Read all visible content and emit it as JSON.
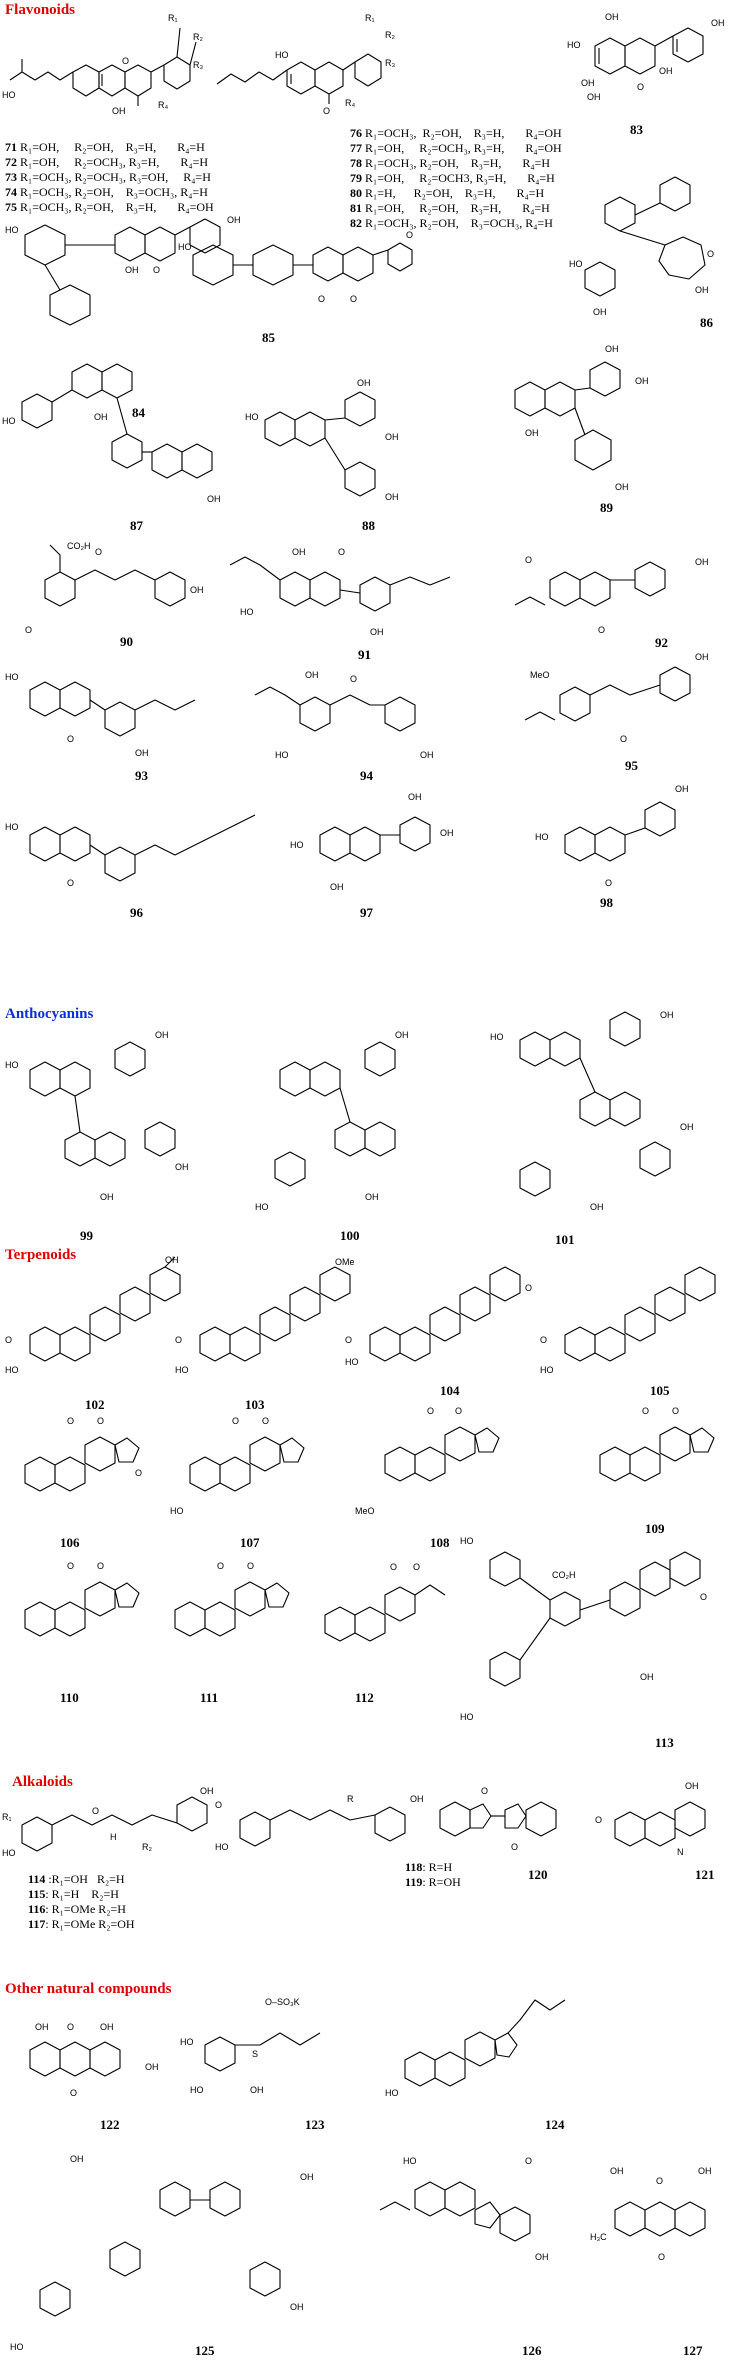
{
  "colors": {
    "flavonoids": "#e00000",
    "anthocyanins": "#0a2fd6",
    "terpenoids": "#e00000",
    "alkaloids": "#e00000",
    "others": "#e00000"
  },
  "sections": {
    "flavonoids": "Flavonoids",
    "anthocyanins": "Anthocyanins",
    "terpenoids": "Terpenoids",
    "alkaloids": "Alkaloids",
    "others": "Other natural compounds"
  },
  "subs_a": [
    {
      "n": "71",
      "t": " R₁=OH,     R₂=OH,    R₃=H,       R₄=H"
    },
    {
      "n": "72",
      "t": " R₁=OH,     R₂=OCH₃, R₃=H,       R₄=H"
    },
    {
      "n": "73",
      "t": " R₁=OCH₃, R₂=OCH₃, R₃=OH,     R₄=H"
    },
    {
      "n": "74",
      "t": " R₁=OCH₃, R₂=OH,    R₃=OCH₃, R₄=H"
    },
    {
      "n": "75",
      "t": " R₁=OCH₃, R₂=OH,    R₃=H,       R₄=OH"
    }
  ],
  "subs_b": [
    {
      "n": "76",
      "t": " R₁=OCH₃,  R₂=OH,    R₃=H,       R₄=OH"
    },
    {
      "n": "77",
      "t": " R₁=OH,     R₂=OCH₃, R₃=H,       R₄=OH"
    },
    {
      "n": "78",
      "t": " R₁=OCH₃, R₂=OH,    R₃=H,       R₄=H"
    },
    {
      "n": "79",
      "t": " R₁=OH,     R₂=OCH3, R₃=H,       R₄=H"
    },
    {
      "n": "80",
      "t": " R₁=H,      R₂=OH,    R₃=H,       R₄=H"
    },
    {
      "n": "81",
      "t": " R₁=OH,     R₂=OH,    R₃=H,       R₄=H"
    },
    {
      "n": "82",
      "t": " R₁=OCH₃, R₂=OH,    R₃=OCH₃, R₄=H"
    }
  ],
  "subs_c": [
    {
      "n": "114",
      "t": " :R₁=OH   R₂=H"
    },
    {
      "n": "115",
      "t": ": R₁=H    R₂=H"
    },
    {
      "n": "116",
      "t": ": R₁=OMe R₂=H"
    },
    {
      "n": "117",
      "t": ": R₁=OMe R₂=OH"
    }
  ],
  "subs_d": [
    {
      "n": "118",
      "t": ": R=H"
    },
    {
      "n": "119",
      "t": ": R=OH"
    }
  ],
  "labels": {
    "c83": "83",
    "c84": "84",
    "c85": "85",
    "c86": "86",
    "c87": "87",
    "c88": "88",
    "c89": "89",
    "c90": "90",
    "c91": "91",
    "c92": "92",
    "c93": "93",
    "c94": "94",
    "c95": "95",
    "c96": "96",
    "c97": "97",
    "c98": "98",
    "c99": "99",
    "c100": "100",
    "c101": "101",
    "c102": "102",
    "c103": "103",
    "c104": "104",
    "c105": "105",
    "c106": "106",
    "c107": "107",
    "c108": "108",
    "c109": "109",
    "c110": "110",
    "c111": "111",
    "c112": "112",
    "c113": "113",
    "c120": "120",
    "c121": "121",
    "c122": "122",
    "c123": "123",
    "c124": "124",
    "c125": "125",
    "c126": "126",
    "c127": "127"
  },
  "atoms": {
    "oh": "OH",
    "ho": "HO",
    "o": "O",
    "meo": "MeO",
    "ome": "OMe",
    "me": "H₃C",
    "nh": "H",
    "n": "N",
    "r1": "R₁",
    "r2": "R₂",
    "r3": "R₃",
    "r4": "R₄",
    "r": "R",
    "cooh": "CO₂H",
    "so3k": "O–SO₃K",
    "s": "S",
    "ho2": "HO"
  }
}
